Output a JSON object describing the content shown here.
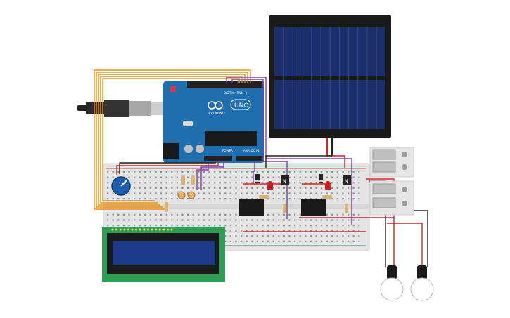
{
  "arduino": {
    "brand": "ARDUINO",
    "model": "UNO",
    "digital_header": "DIGITAL (PWM~)",
    "power_header": "POWER",
    "analog_header": "ANALOG IN",
    "board_color": "#1f6fb0"
  },
  "lcd": {
    "screen_color": "#1e3a8a",
    "pcb_color": "#2e9e55"
  },
  "solar_panel": {
    "cell_color": "#1d2f6b",
    "frame_color": "#1a1a1a"
  },
  "transistors": {
    "label": "N"
  },
  "wire_colors": {
    "red": "#d32222",
    "black": "#222222",
    "orange": "#e8901a",
    "purple": "#7a3fb0"
  },
  "icons": [
    "usb-cable-icon",
    "potentiometer-icon",
    "photoresistor-icon",
    "led-icon",
    "relay-icon",
    "light-bulb-icon",
    "diode-icon",
    "resistor-icon"
  ]
}
